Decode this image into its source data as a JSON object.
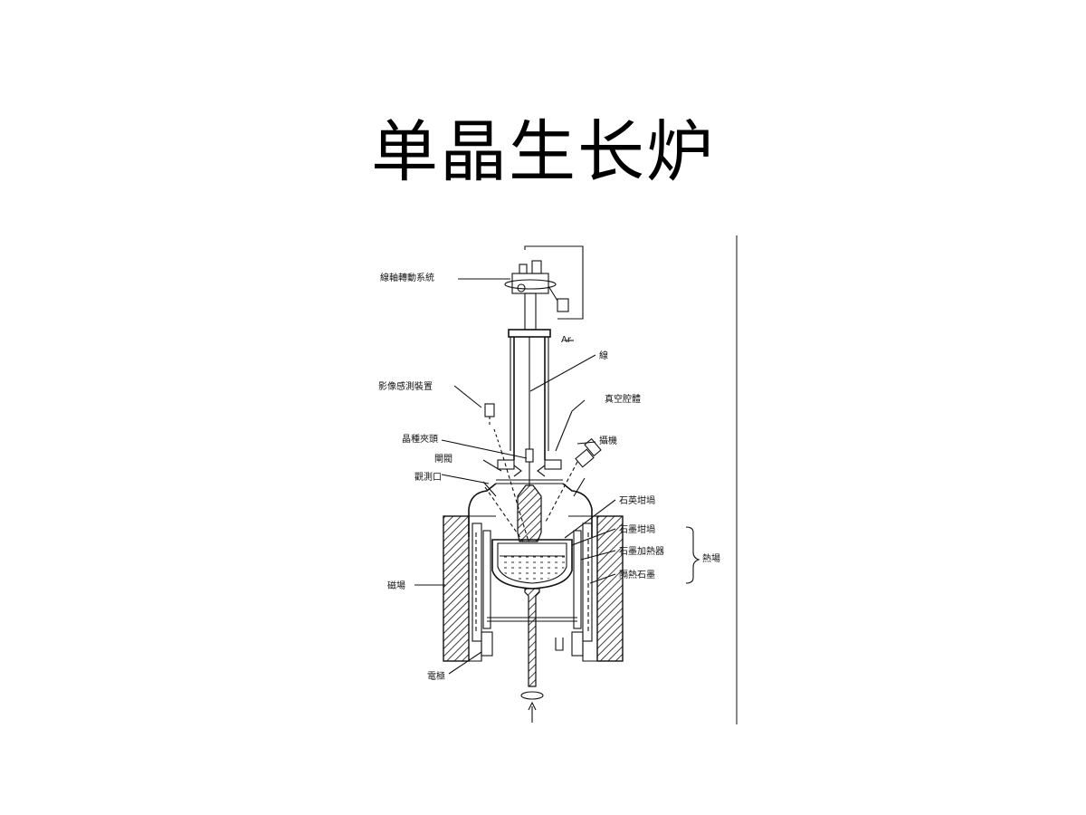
{
  "title": "单晶生长炉",
  "diagram": {
    "labels": {
      "seed_rotation": "線軸轉動系統",
      "image_sensor": "影像感測裝置",
      "seed_chuck": "晶種夾頭",
      "valve": "閘閥",
      "view_port": "觀測口",
      "magnetic_field": "磁場",
      "electrode": "電極",
      "argon": "Ar",
      "cable": "線",
      "vacuum_chamber": "真空腔體",
      "camera": "攝機",
      "quartz_crucible": "石英坩堝",
      "graphite_crucible": "石墨坩堝",
      "graphite_heater": "石墨加熱器",
      "insulation_graphite": "隔熱石墨",
      "hot_zone": "熱場"
    }
  }
}
